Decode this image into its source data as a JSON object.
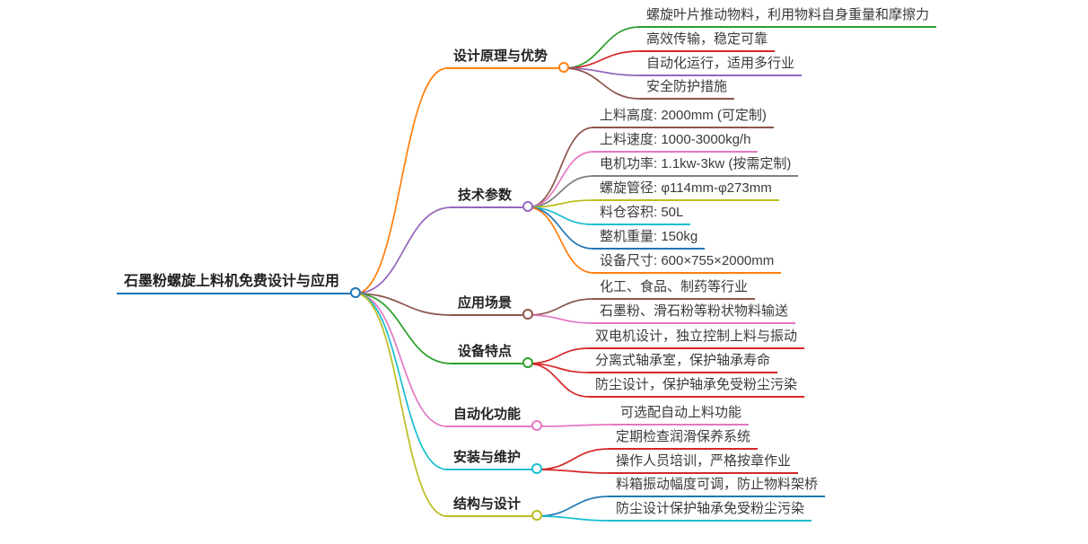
{
  "mindmap": {
    "root": {
      "label": "石墨粉螺旋上料机免费设计与应用",
      "color": "#1f77b4"
    },
    "branches": [
      {
        "label": "设计原理与优势",
        "color": "#ff7f0e",
        "children": [
          {
            "label": "螺旋叶片推动物料，利用物料自身重量和摩擦力",
            "color": "#2ca02c"
          },
          {
            "label": "高效传输，稳定可靠",
            "color": "#d62728"
          },
          {
            "label": "自动化运行，适用多行业",
            "color": "#9467bd"
          },
          {
            "label": "安全防护措施",
            "color": "#8c564b"
          }
        ]
      },
      {
        "label": "技术参数",
        "color": "#9467bd",
        "children": [
          {
            "label": "上料高度: 2000mm (可定制)",
            "color": "#8c564b"
          },
          {
            "label": "上料速度: 1000-3000kg/h",
            "color": "#e377c2"
          },
          {
            "label": "电机功率: 1.1kw-3kw (按需定制)",
            "color": "#7f7f7f"
          },
          {
            "label": "螺旋管径: φ114mm-φ273mm",
            "color": "#bcbd22"
          },
          {
            "label": "料仓容积: 50L",
            "color": "#17becf"
          },
          {
            "label": "整机重量: 150kg",
            "color": "#1f77b4"
          },
          {
            "label": "设备尺寸: 600×755×2000mm",
            "color": "#ff7f0e"
          }
        ]
      },
      {
        "label": "应用场景",
        "color": "#8c564b",
        "children": [
          {
            "label": "化工、食品、制药等行业",
            "color": "#8c564b"
          },
          {
            "label": "石墨粉、滑石粉等粉状物料输送",
            "color": "#e377c2"
          }
        ]
      },
      {
        "label": "设备特点",
        "color": "#2ca02c",
        "children": [
          {
            "label": "双电机设计，独立控制上料与振动",
            "color": "#d62728"
          },
          {
            "label": "分离式轴承室，保护轴承寿命",
            "color": "#d62728"
          },
          {
            "label": "防尘设计，保护轴承免受粉尘污染",
            "color": "#d62728"
          }
        ]
      },
      {
        "label": "自动化功能",
        "color": "#e377c2",
        "children": [
          {
            "label": "可选配自动上料功能",
            "color": "#e377c2"
          }
        ]
      },
      {
        "label": "安装与维护",
        "color": "#17becf",
        "children": [
          {
            "label": "定期检查润滑保养系统",
            "color": "#d62728"
          },
          {
            "label": "操作人员培训，严格按章作业",
            "color": "#d62728"
          }
        ]
      },
      {
        "label": "结构与设计",
        "color": "#bcbd22",
        "children": [
          {
            "label": "料箱振动幅度可调，防止物料架桥",
            "color": "#1f77b4"
          },
          {
            "label": "防尘设计保护轴承免受粉尘污染",
            "color": "#17becf"
          }
        ]
      }
    ]
  }
}
